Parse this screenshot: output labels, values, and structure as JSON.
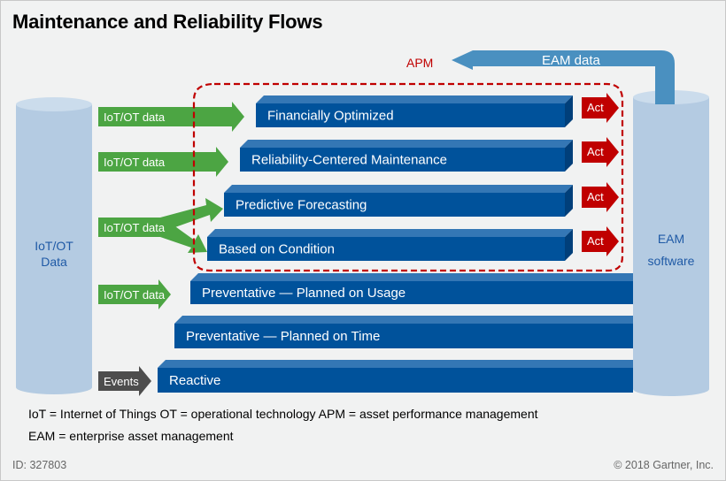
{
  "title": "Maintenance and Reliability Flows",
  "colors": {
    "bar_front": "#00529b",
    "bar_top": "#3477b5",
    "bar_side": "#003f7a",
    "green_arrow": "#4ca543",
    "events_arrow": "#4d4d4d",
    "act_arrow": "#c00000",
    "apm_border": "#c00000",
    "cylinder": "#b4cbe2",
    "cylinder_top": "#cbdcec",
    "eam_arrow": "#4a90c0"
  },
  "left_cylinder": {
    "label_line1": "IoT/OT",
    "label_line2": "Data"
  },
  "right_cylinder": {
    "label_line1": "EAM",
    "label_line2": "software"
  },
  "apm": {
    "label": "APM"
  },
  "eam_data_arrow": {
    "label": "EAM data"
  },
  "bars": [
    {
      "label": "Financially Optimized",
      "in_apm": true,
      "act": "Act"
    },
    {
      "label": "Reliability-Centered Maintenance",
      "in_apm": true,
      "act": "Act"
    },
    {
      "label": "Predictive Forecasting",
      "in_apm": true,
      "act": "Act"
    },
    {
      "label": "Based on Condition",
      "in_apm": true,
      "act": "Act"
    },
    {
      "label": "Preventative — Planned on Usage",
      "in_apm": false
    },
    {
      "label": "Preventative — Planned on Time",
      "in_apm": false
    },
    {
      "label": "Reactive",
      "in_apm": false
    }
  ],
  "inputs": [
    {
      "label": "IoT/OT data",
      "type": "data",
      "targets": [
        0
      ]
    },
    {
      "label": "IoT/OT data",
      "type": "data",
      "targets": [
        1
      ]
    },
    {
      "label": "IoT/OT data",
      "type": "data",
      "targets": [
        2,
        3
      ]
    },
    {
      "label": "IoT/OT data",
      "type": "data",
      "targets": [
        4
      ]
    },
    {
      "label": "Events",
      "type": "events",
      "targets": [
        6
      ]
    }
  ],
  "legend": {
    "line1": "IoT = Internet of Things   OT = operational technology  APM = asset performance management",
    "line2": "EAM = enterprise asset management"
  },
  "footer": {
    "id": "ID: 327803",
    "copyright": "© 2018 Gartner, Inc."
  }
}
